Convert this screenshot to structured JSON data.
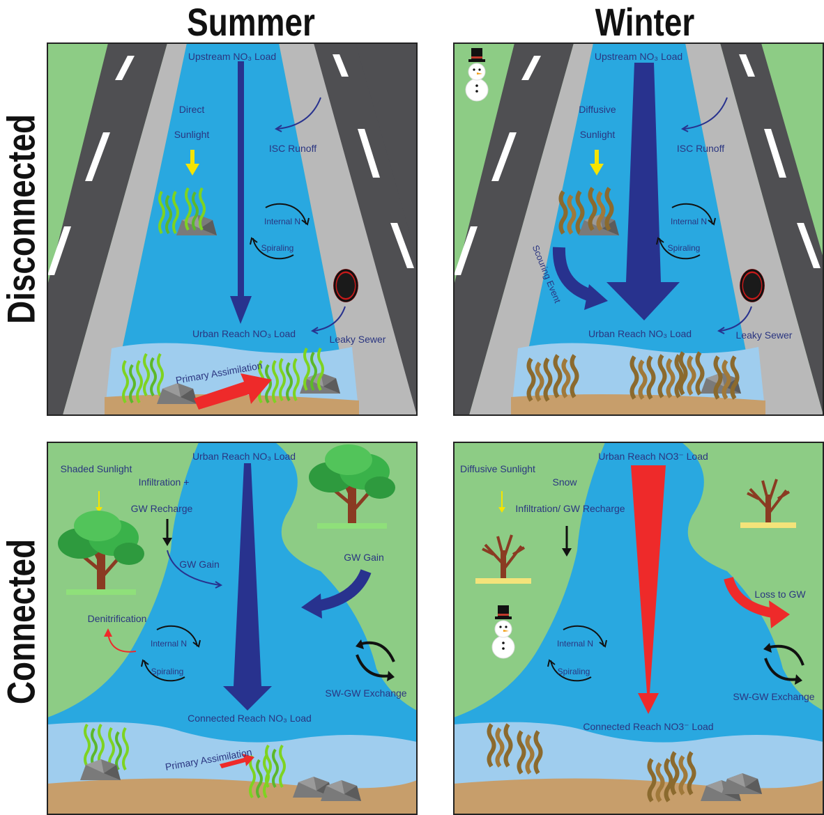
{
  "titles": {
    "summer": "Summer",
    "winter": "Winter",
    "disconnected": "Disconnected",
    "connected": "Connected"
  },
  "panels": {
    "summer_disconnected": {
      "upstream": "Upstream NO₃ Load",
      "sunlight_1": "Direct",
      "sunlight_2": "Sunlight",
      "runoff": "ISC Runoff",
      "spiral_1": "Internal N",
      "spiral_2": "Spiraling",
      "sewer": "Leaky Sewer",
      "reach_load": "Urban Reach NO₃ Load",
      "assimilation": "Primary Assimilation"
    },
    "winter_disconnected": {
      "upstream": "Upstream NO₃ Load",
      "sunlight_1": "Diffusive",
      "sunlight_2": "Sunlight",
      "runoff": "ISC Runoff",
      "spiral_1": "Internal N",
      "spiral_2": "Spiraling",
      "scouring": "Scouring Event",
      "sewer": "Leaky Sewer",
      "reach_load": "Urban Reach NO₃ Load"
    },
    "summer_connected": {
      "top_load": "Urban Reach NO₃ Load",
      "sunlight": "Shaded Sunlight",
      "infiltration_1": "Infiltration +",
      "infiltration_2": "GW Recharge",
      "gw_gain_left": "GW Gain",
      "gw_gain_right": "GW Gain",
      "denitrification": "Denitrification",
      "spiral_1": "Internal N",
      "spiral_2": "Spiraling",
      "exchange": "SW-GW Exchange",
      "bottom_load": "Connected Reach NO₃ Load",
      "assimilation": "Primary Assimilation"
    },
    "winter_connected": {
      "top_load": "Urban Reach NO3⁻ Load",
      "sunlight": "Diffusive Sunlight",
      "snow_1": "Snow",
      "snow_2": "Infiltration/ GW Recharge",
      "loss": "Loss to GW",
      "spiral_1": "Internal N",
      "spiral_2": "Spiraling",
      "exchange": "SW-GW Exchange",
      "bottom_load": "Connected Reach NO3⁻ Load"
    }
  },
  "colors": {
    "water": "#29a8e0",
    "shallow": "#9fcdee",
    "grass": "#8dcc85",
    "road": "#4f4f52",
    "sidewalk": "#b9b9b9",
    "sediment": "#c79e6b",
    "nitrate_arrow": "#28328e",
    "assimilation_arrow": "#ee2a2a",
    "sun_arrow": "#f5e400"
  }
}
